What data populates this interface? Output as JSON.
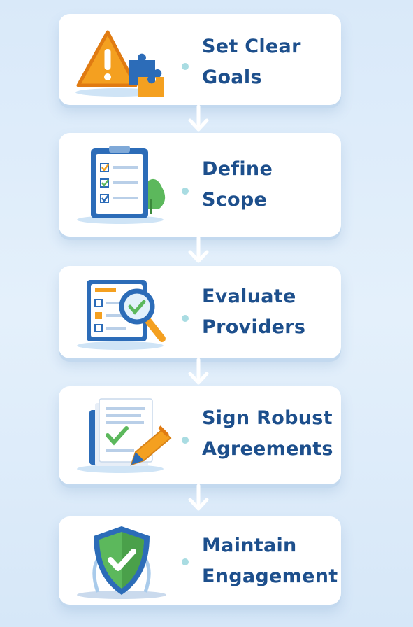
{
  "steps": [
    {
      "line1": "Set Clear",
      "line2": "Goals",
      "icon": "warning-puzzle-icon"
    },
    {
      "line1": "Define",
      "line2": "Scope",
      "icon": "checklist-clipboard-icon"
    },
    {
      "line1": "Evaluate",
      "line2": "Providers",
      "icon": "magnifier-checklist-icon"
    },
    {
      "line1": "Sign Robust",
      "line2": "Agreements",
      "icon": "document-pen-icon"
    },
    {
      "line1": "Maintain",
      "line2": "Engagement",
      "icon": "shield-check-icon"
    }
  ],
  "colors": {
    "title": "#1d4f8c",
    "accent_orange": "#f4a020",
    "accent_blue": "#2c6cb8",
    "accent_green": "#5cb85c",
    "dot": "#a9dce2"
  }
}
